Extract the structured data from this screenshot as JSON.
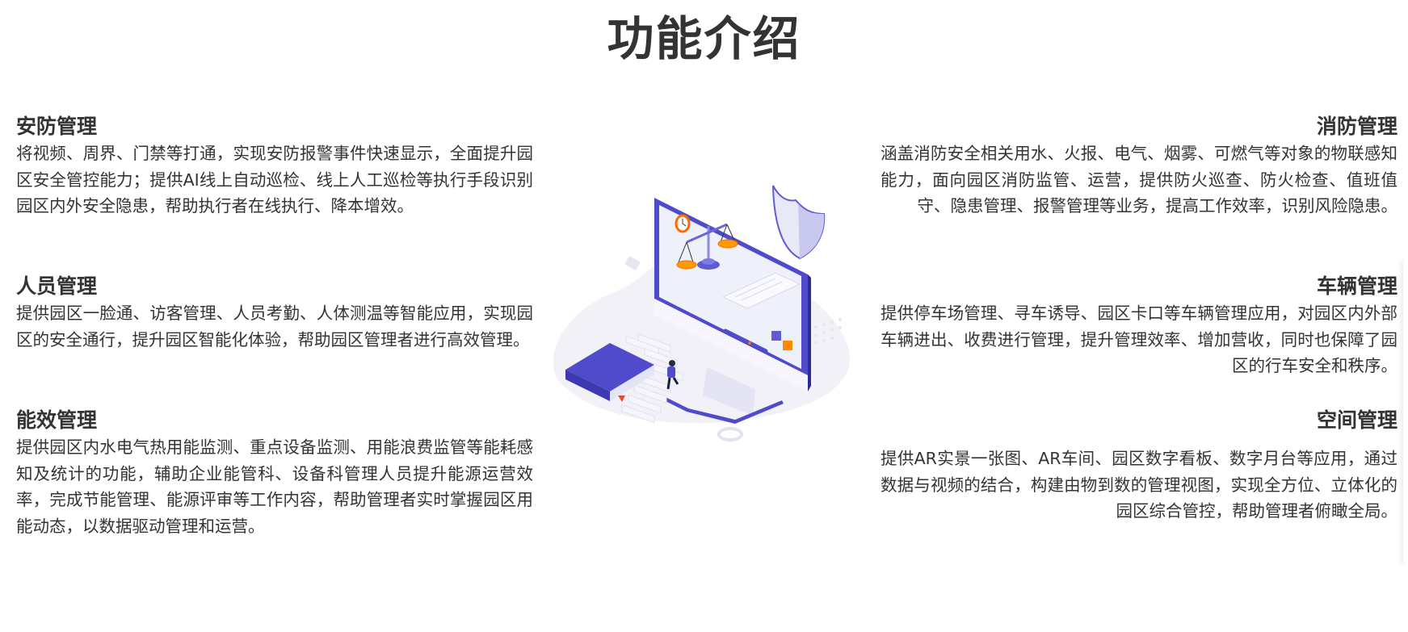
{
  "page": {
    "title": "功能介绍"
  },
  "colors": {
    "text": "#333333",
    "accent_purple": "#4F4BCB",
    "accent_orange": "#FF8A00",
    "light_lavender": "#E9E9F7",
    "background": "#FFFFFF"
  },
  "features_left": [
    {
      "title": "安防管理",
      "description": "将视频、周界、门禁等打通，实现安防报警事件快速显示，全面提升园区安全管控能力；提供AI线上自动巡检、线上人工巡检等执行手段识别园区内外安全隐患，帮助执行者在线执行、降本增效。"
    },
    {
      "title": "人员管理",
      "description": "提供园区一脸通、访客管理、人员考勤、人体测温等智能应用，实现园区的安全通行，提升园区智能化体验，帮助园区管理者进行高效管理。"
    },
    {
      "title": "能效管理",
      "description": "提供园区内水电气热用能监测、重点设备监测、用能浪费监管等能耗感知及统计的功能，辅助企业能管科、设备科管理人员提升能源运营效率，完成节能管理、能源评审等工作内容，帮助管理者实时掌握园区用能动态，以数据驱动管理和运营。"
    }
  ],
  "features_right": [
    {
      "title": "消防管理",
      "description": "涵盖消防安全相关用水、火报、电气、烟雾、可燃气等对象的物联感知能力，面向园区消防监管、运营，提供防火巡查、防火检查、值班值守、隐患管理、报警管理等业务，提高工作效率，识别风险隐患。"
    },
    {
      "title": "车辆管理",
      "description": "提供停车场管理、寻车诱导、园区卡口等车辆管理应用，对园区内外部车辆进出、收费进行管理，提升管理效率、增加营收，同时也保障了园区的行车安全和秩序。"
    },
    {
      "title": "空间管理",
      "description": "提供AR实景一张图、AR车间、园区数字看板、数字月台等应用，通过数据与视频的结合，构建由物到数的管理视图，实现全方位、立体化的园区综合管控，帮助管理者俯瞰全局。"
    }
  ],
  "illustration": {
    "subject": "isometric-monitor-with-scales-shield-book-and-climbing-person",
    "icons": [
      "monitor-icon",
      "scales-icon",
      "clock-icon",
      "shield-icon",
      "book-icon",
      "pen-icon",
      "person-icon",
      "cubes-icon"
    ]
  }
}
